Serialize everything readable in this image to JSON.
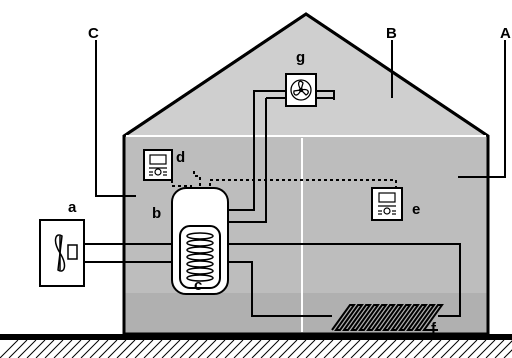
{
  "labels": {
    "A": "A",
    "B": "B",
    "C": "C",
    "a": "a",
    "b": "b",
    "c": "c",
    "d": "d",
    "e": "e",
    "f": "f",
    "g": "g"
  },
  "colors": {
    "house_fill": "#bdbdbd",
    "roof_fill": "#cfcfcf",
    "floor_fill": "#b0b0b0",
    "outline": "#000000",
    "white_line": "#ffffff",
    "device_fill": "#ffffff"
  },
  "icons": {
    "outdoor_unit": "outdoor-heat-pump-icon",
    "tank": "hot-water-tank-icon",
    "fan_coil": "fan-coil-icon",
    "controller": "user-interface-icon",
    "floor_heating": "underfloor-heating-icon"
  }
}
